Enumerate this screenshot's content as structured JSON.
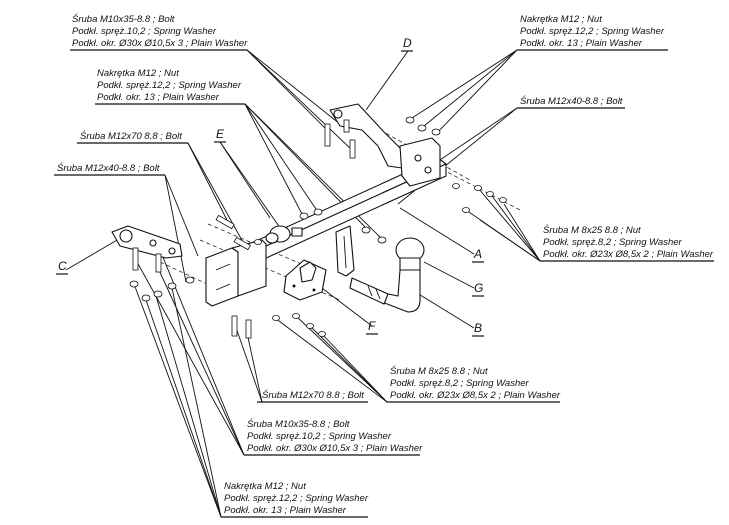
{
  "callouts": {
    "top_left_bolt": [
      "Śruba M10x35-8.8 ;  Bolt",
      "Podkł. spręż.10,2 ; Spring Washer",
      "Podkł. okr.  Ø30x Ø10,5x 3 ; Plain Washer"
    ],
    "top_right_nut": [
      "Nakrętka  M12 ; Nut",
      "Podkł. spręż.12,2 ; Spring Washer",
      "Podkł. okr. 13 ; Plain Washer"
    ],
    "mid_left_nut": [
      "Nakrętka  M12 ; Nut",
      "Podkł. spręż.12,2 ; Spring Washer",
      "Podkł. okr. 13 ; Plain Washer"
    ],
    "right_bolt_m12x40": [
      "Śruba M12x40-8.8 ;  Bolt"
    ],
    "left_bolt_m12x70": [
      "Śruba M12x70 8.8 ;  Bolt"
    ],
    "left_bolt_m12x40": [
      "Śruba M12x40-8.8 ;  Bolt"
    ],
    "right_bolt_m8x25": [
      "Śruba M 8x25 8.8 ; Nut",
      "Podkł. spręż.8,2 ; Spring Washer",
      "Podkł. okr.  Ø23x Ø8,5x 2 ; Plain Washer"
    ],
    "center_bolt_m8x25": [
      "Śruba M 8x25 8.8 ; Nut",
      "Podkł. spręż.8,2 ; Spring Washer",
      "Podkł. okr.  Ø23x Ø8,5x 2 ; Plain Washer"
    ],
    "center_bolt_m12x70": [
      "Śruba M12x70 8.8 ;  Bolt"
    ],
    "bottom_bolt_m10x35": [
      "Śruba M10x35-8.8 ;  Bolt",
      "Podkł. spręż.10,2 ; Spring Washer",
      "Podkł. okr.  Ø30x Ø10,5x 3 ; Plain Washer"
    ],
    "bottom_nut_m12": [
      "Nakrętka  M12 ; Nut",
      "Podkł. spręż.12,2 ; Spring Washer",
      "Podkł. okr. 13 ; Plain Washer"
    ]
  },
  "letters": {
    "A": "A",
    "B": "B",
    "C": "C",
    "D": "D",
    "E": "E",
    "F": "F",
    "G": "G"
  }
}
